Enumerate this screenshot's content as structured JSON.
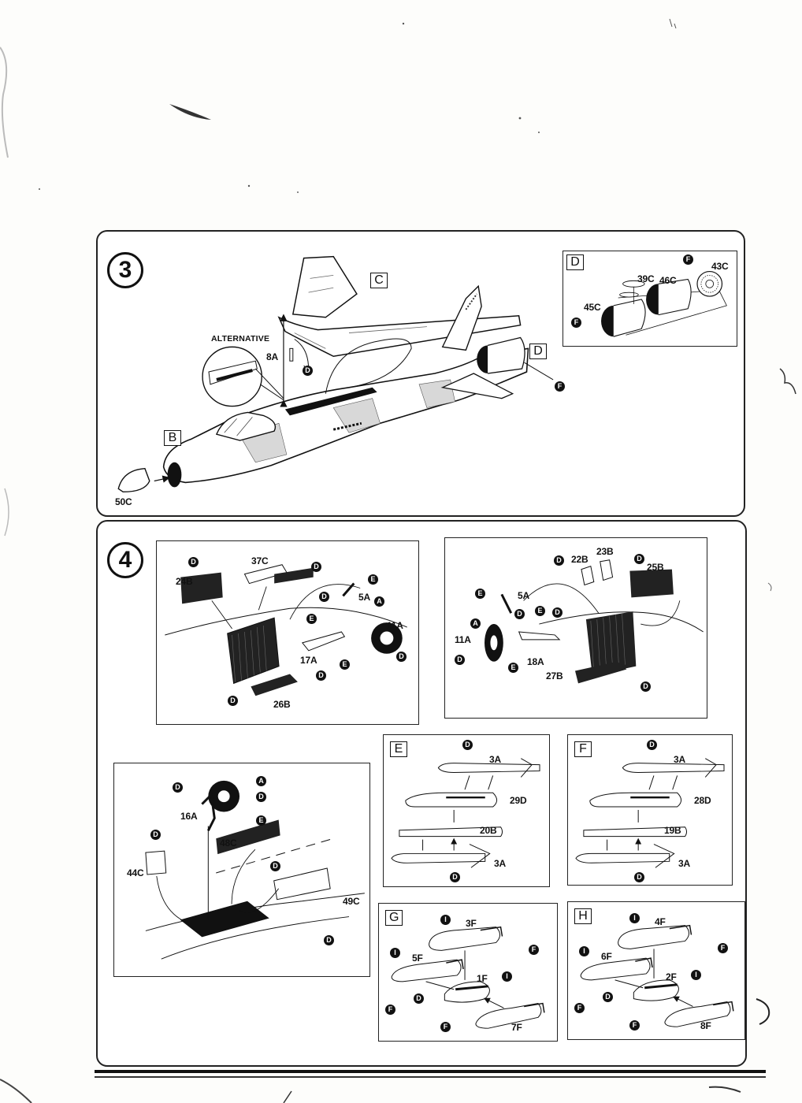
{
  "step3": {
    "number": "3",
    "tags": {
      "c": "C",
      "d": "D",
      "b": "B"
    },
    "alternative": "ALTERNATIVE",
    "parts": {
      "p8a": "8A",
      "p50c": "50C"
    },
    "dots": {
      "d": "D",
      "f": "F"
    },
    "inset": {
      "tag": "D",
      "parts": {
        "p39c": "39C",
        "p46c": "46C",
        "p43c": "43C",
        "p45c": "45C"
      },
      "dots": {
        "f": "F"
      }
    }
  },
  "step4": {
    "number": "4",
    "left_gear": {
      "parts": {
        "p24b": "24B",
        "p37c": "37C",
        "p5a": "5A",
        "p11a": "11A",
        "p17a": "17A",
        "p26b": "26B"
      },
      "dots": {
        "d": "D",
        "e": "E",
        "a": "A"
      }
    },
    "right_gear": {
      "parts": {
        "p22b": "22B",
        "p23b": "23B",
        "p25b": "25B",
        "p5a": "5A",
        "p11a": "11A",
        "p18a": "18A",
        "p27b": "27B"
      },
      "dots": {
        "d": "D",
        "e": "E",
        "a": "A"
      }
    },
    "nose_gear": {
      "parts": {
        "p16a": "16A",
        "p48c": "48C",
        "p44c": "44C",
        "p49c": "49C"
      },
      "dots": {
        "d": "D",
        "a": "A",
        "e": "E"
      }
    },
    "option_e": {
      "tag": "E",
      "parts": {
        "p3a_top": "3A",
        "p29d": "29D",
        "p20b": "20B",
        "p3a_bot": "3A"
      },
      "dots": {
        "d": "D"
      }
    },
    "option_f": {
      "tag": "F",
      "parts": {
        "p3a_top": "3A",
        "p28d": "28D",
        "p19b": "19B",
        "p3a_bot": "3A"
      },
      "dots": {
        "d": "D"
      }
    },
    "option_g": {
      "tag": "G",
      "parts": {
        "p3f": "3F",
        "p5f": "5F",
        "p1f": "1F",
        "p7f": "7F"
      },
      "dots": {
        "i": "I",
        "f": "F",
        "d": "D"
      }
    },
    "option_h": {
      "tag": "H",
      "parts": {
        "p4f": "4F",
        "p6f": "6F",
        "p2f": "2F",
        "p8f": "8F"
      },
      "dots": {
        "i": "I",
        "f": "F",
        "d": "D"
      }
    }
  },
  "colors": {
    "ink": "#111111",
    "paper": "#fdfdfb"
  }
}
